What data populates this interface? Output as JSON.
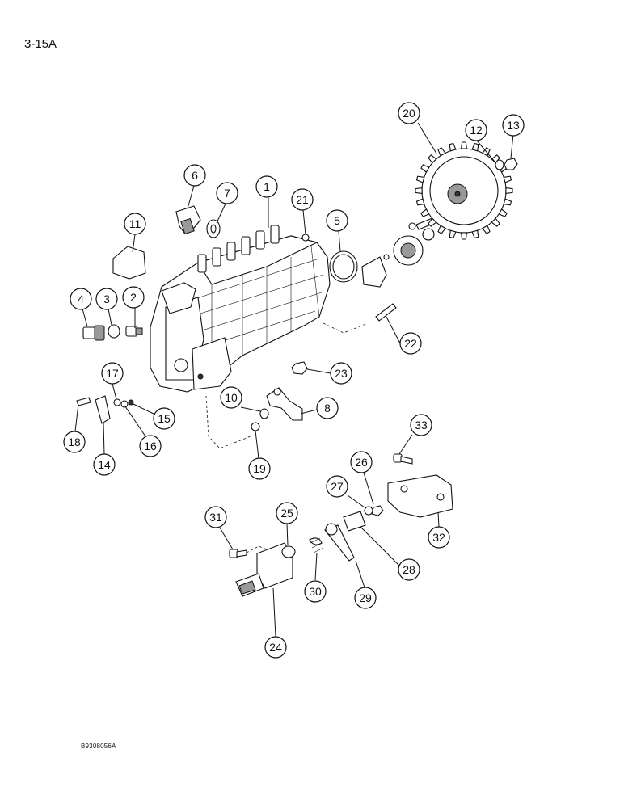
{
  "header": {
    "page_code": "3-15A"
  },
  "footer": {
    "reference_code": "B9308056A"
  },
  "callouts": [
    {
      "id": "c1",
      "label": "1"
    },
    {
      "id": "c2",
      "label": "2"
    },
    {
      "id": "c3",
      "label": "3"
    },
    {
      "id": "c4",
      "label": "4"
    },
    {
      "id": "c5",
      "label": "5"
    },
    {
      "id": "c6",
      "label": "6"
    },
    {
      "id": "c7",
      "label": "7"
    },
    {
      "id": "c8",
      "label": "8"
    },
    {
      "id": "c10",
      "label": "10"
    },
    {
      "id": "c11",
      "label": "11"
    },
    {
      "id": "c12",
      "label": "12"
    },
    {
      "id": "c13",
      "label": "13"
    },
    {
      "id": "c14",
      "label": "14"
    },
    {
      "id": "c15",
      "label": "15"
    },
    {
      "id": "c16",
      "label": "16"
    },
    {
      "id": "c17",
      "label": "17"
    },
    {
      "id": "c18",
      "label": "18"
    },
    {
      "id": "c19",
      "label": "19"
    },
    {
      "id": "c20",
      "label": "20"
    },
    {
      "id": "c21",
      "label": "21"
    },
    {
      "id": "c22",
      "label": "22"
    },
    {
      "id": "c23",
      "label": "23"
    },
    {
      "id": "c24",
      "label": "24"
    },
    {
      "id": "c25",
      "label": "25"
    },
    {
      "id": "c26",
      "label": "26"
    },
    {
      "id": "c27",
      "label": "27"
    },
    {
      "id": "c28",
      "label": "28"
    },
    {
      "id": "c29",
      "label": "29"
    },
    {
      "id": "c30",
      "label": "30"
    },
    {
      "id": "c31",
      "label": "31"
    },
    {
      "id": "c32",
      "label": "32"
    },
    {
      "id": "c33",
      "label": "33"
    }
  ]
}
